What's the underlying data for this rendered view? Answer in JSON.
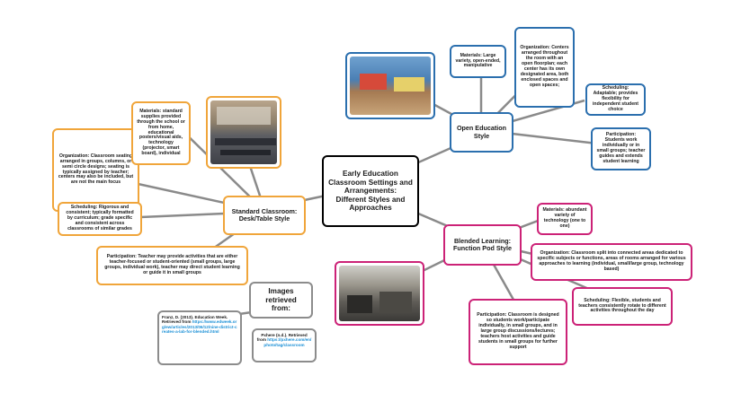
{
  "central": {
    "title": "Early Education Classroom Settings and Arrangements: Different Styles and Approaches"
  },
  "standard": {
    "title": "Standard Classroom: Desk/Table Style",
    "organization": "Organization: Classroom seating arranged in groups, columns, or semi circle designs; seating is typically assigned by teacher; centers may also be included, but are not the main focus",
    "materials": "Materials: standard supplies provided through the school or from home, educational posters/visual aids, technology (projector, smart board), individual",
    "scheduling": "Scheduling: Rigorous and consistent; typically formatted by curriculum; grade specific and consistent across classrooms of similar grades",
    "participation": "Participation: Teacher may provide activities that are either teacher-focused or student-oriented (small groups, large groups, individual work), teacher may direct student learning or guide it in small groups"
  },
  "open": {
    "title": "Open Education Style",
    "materials": "Materials: Large variety, open-ended, manipulative",
    "organization": "Organization: Centers arranged throughout the room with an open floorplan; each center has its own designated area, both enclosed spaces and open spaces;",
    "scheduling": "Scheduling: Adaptable; provides flexibility for independent student choice",
    "participation": "Participation: Students work individually or in small groups; teacher guides and extends student learning"
  },
  "blended": {
    "title": "Blended Learning: Function Pod Style",
    "materials": "Materials: abundant variety of technology (one to one)",
    "organization": "Organization: Classroom split into connected areas dedicated to specific subjects or functions, areas of rooms arranged for various approaches to learning (individual, small/large group, technology based)",
    "scheduling": "Scheduling: Flexible, students and teachers consistently rotate to different activities throughout the day",
    "participation": "Participation: Classroom is designed so students work/participate individually, in small groups, and in large group discussions/lectures; teachers host activities and guide students in small groups for further support"
  },
  "sources": {
    "title": "Images retrieved from:",
    "source1_text": "Franz, D. (2013). Education Week. Retrieved from",
    "source1_link": "https://www.edweek.org/ew/articles/2013/06/12/nine-district-creates-a-lab-for-blended.html",
    "source2_text": "Pxhere (n.d.). Retrieved from",
    "source2_link": "https://pxhere.com/en/photo/tag/classroom"
  },
  "colors": {
    "standard": "#f0a53a",
    "open": "#2b6fae",
    "blended": "#cc2277",
    "sources": "#8c8c8c",
    "central": "#000000",
    "link": "#1a8fd6"
  }
}
